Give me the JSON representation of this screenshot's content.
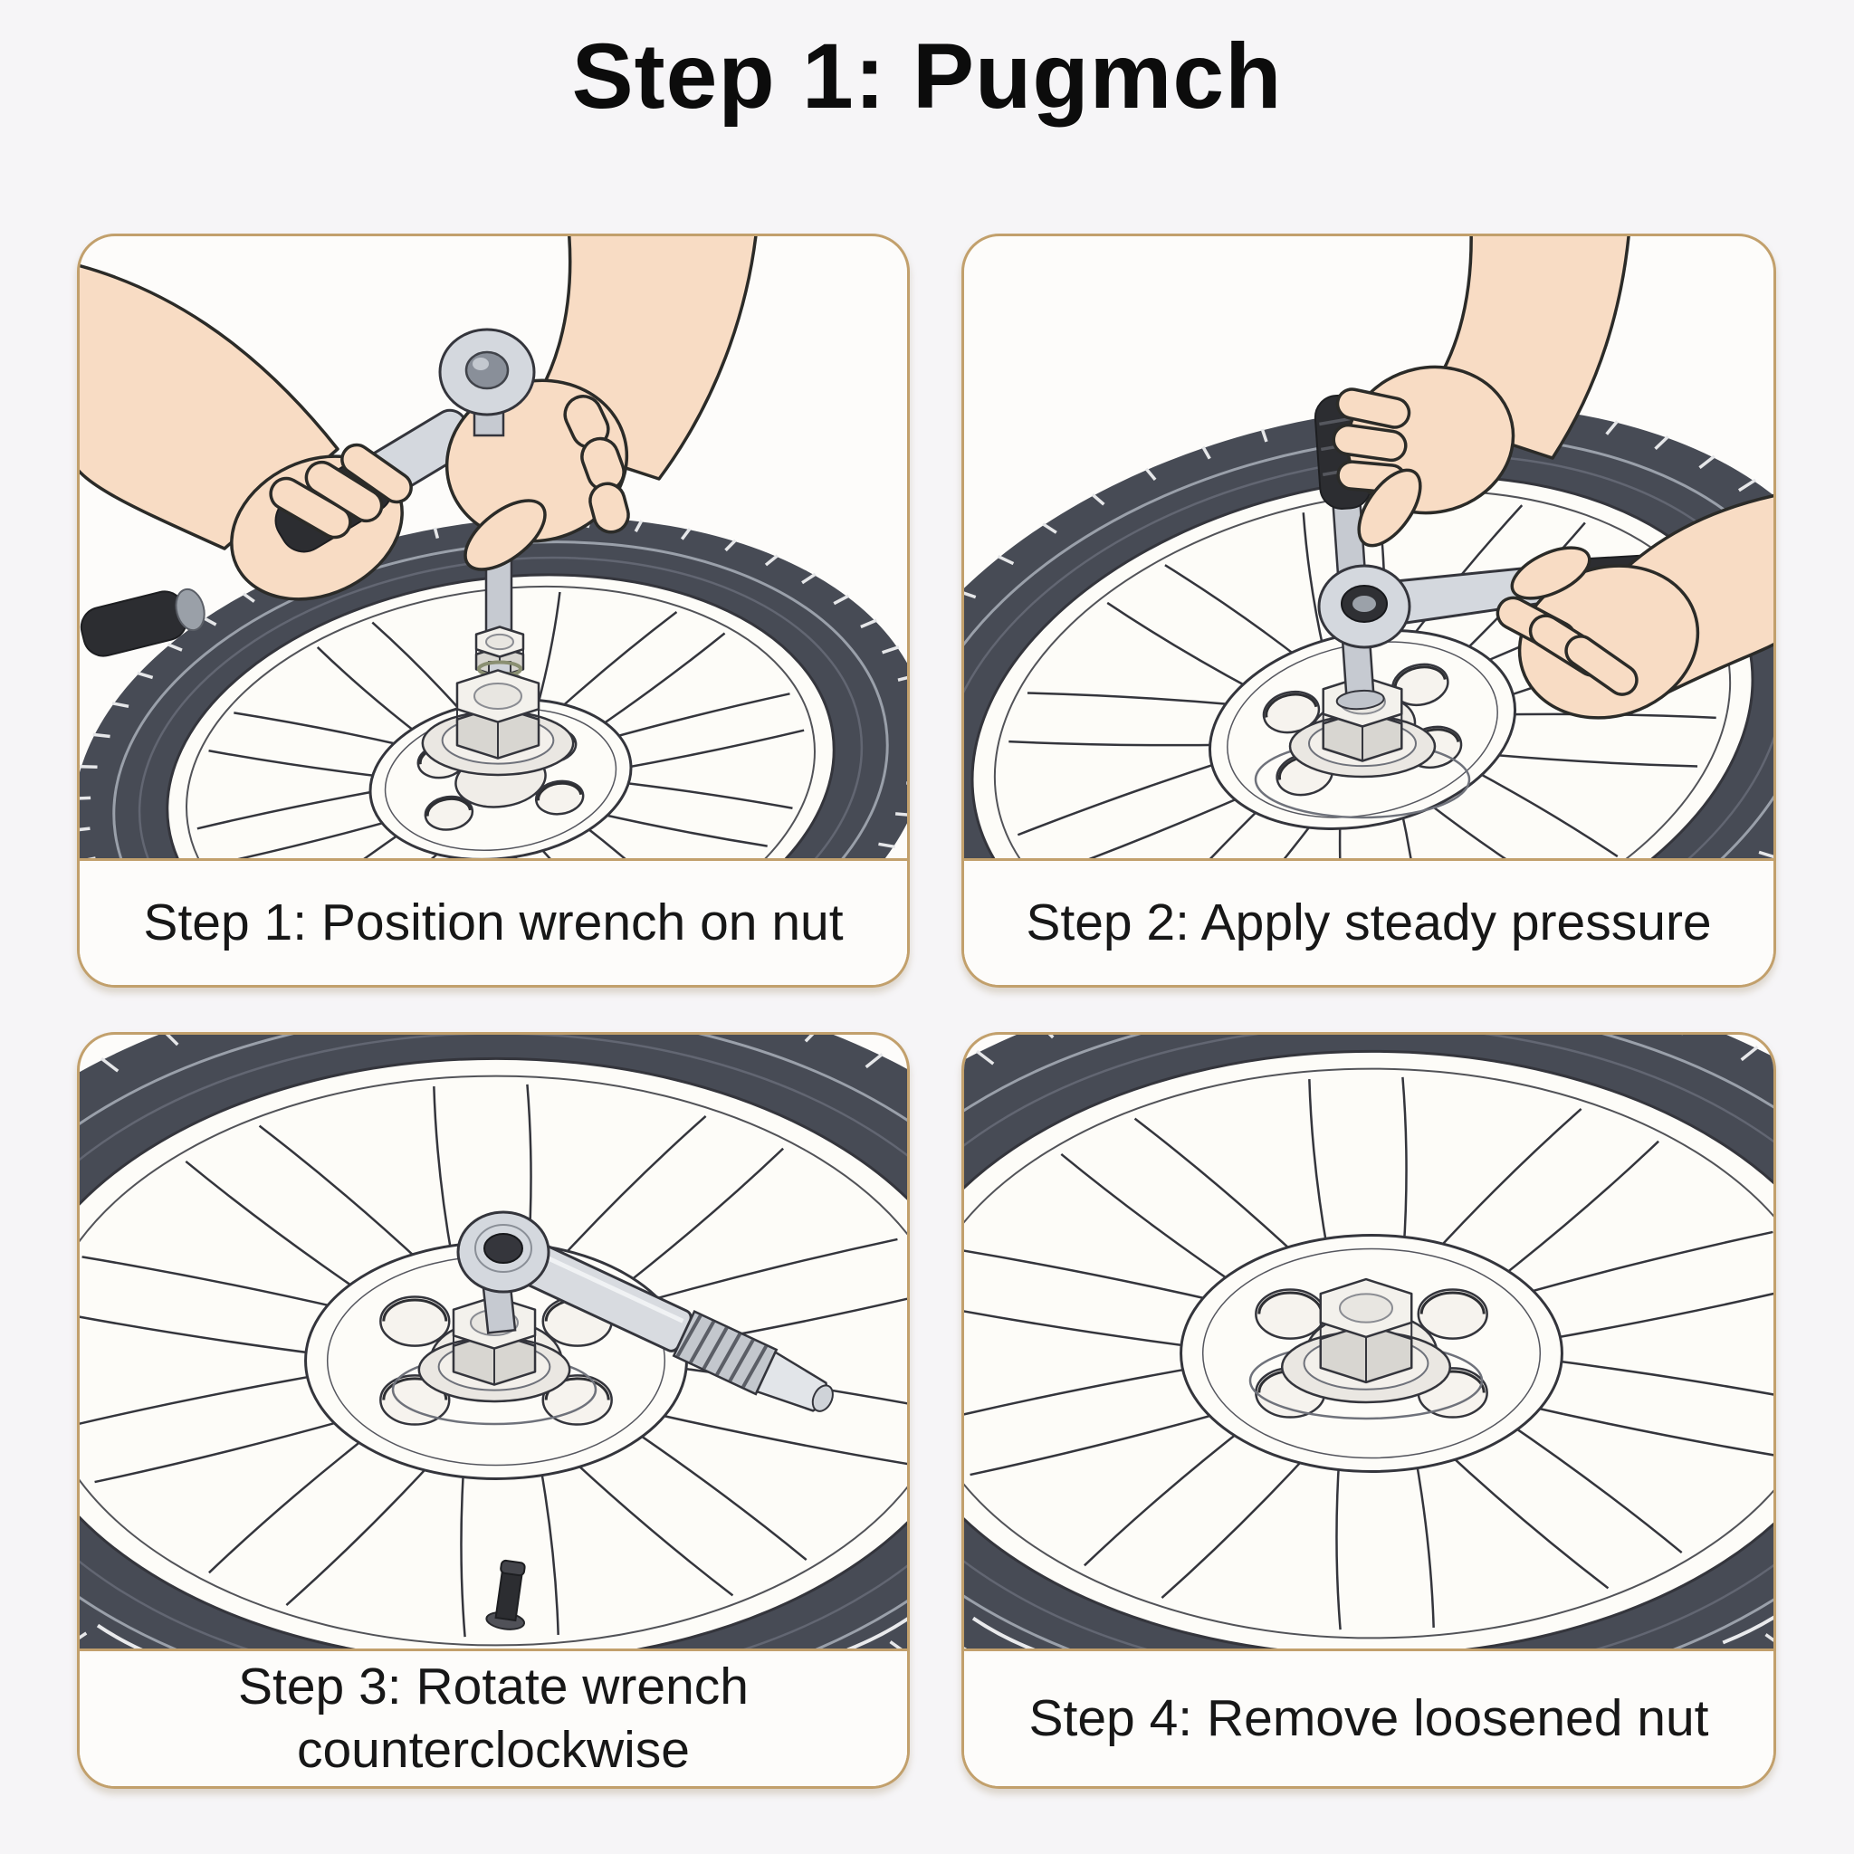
{
  "title": "Step 1: Pugmch",
  "panels": [
    {
      "id": 1,
      "caption": "Step 1: Position wrench on nut",
      "illustration": "hands-positioning-ratchet-wrench-on-wheel-nut"
    },
    {
      "id": 2,
      "caption": "Step 2: Apply steady pressure",
      "illustration": "hands-applying-pressure-on-t-handle-wrench"
    },
    {
      "id": 3,
      "caption": "Step 3: Rotate wrench counterclockwise",
      "illustration": "ratchet-wrench-on-nut-with-valve-stem"
    },
    {
      "id": 4,
      "caption": "Step 4: Remove loosened nut",
      "illustration": "wheel-hub-with-loosened-nut"
    }
  ],
  "colors": {
    "page_background": "#f6f5f7",
    "panel_background": "#fdfcfa",
    "panel_border": "#c2a06c",
    "title_text": "#0c0c0c",
    "caption_text": "#171717",
    "tire": "#474b55",
    "tire_ring_light": "#9aa0aa",
    "tire_ring_dark": "#626672",
    "tread_tick": "#e6e7e9",
    "line_art": "#34353c",
    "rim_fill": "#fdfcf8",
    "hub_fill": "#f6f3ee",
    "skin": "#f8dcc4",
    "skin_outline": "#2b2b28",
    "metal": "#d4d8de",
    "metal_dark": "#c6cad1",
    "metal_light": "#e8eaee",
    "grip_black": "#2c2d31",
    "spring": "#8a8f72"
  }
}
